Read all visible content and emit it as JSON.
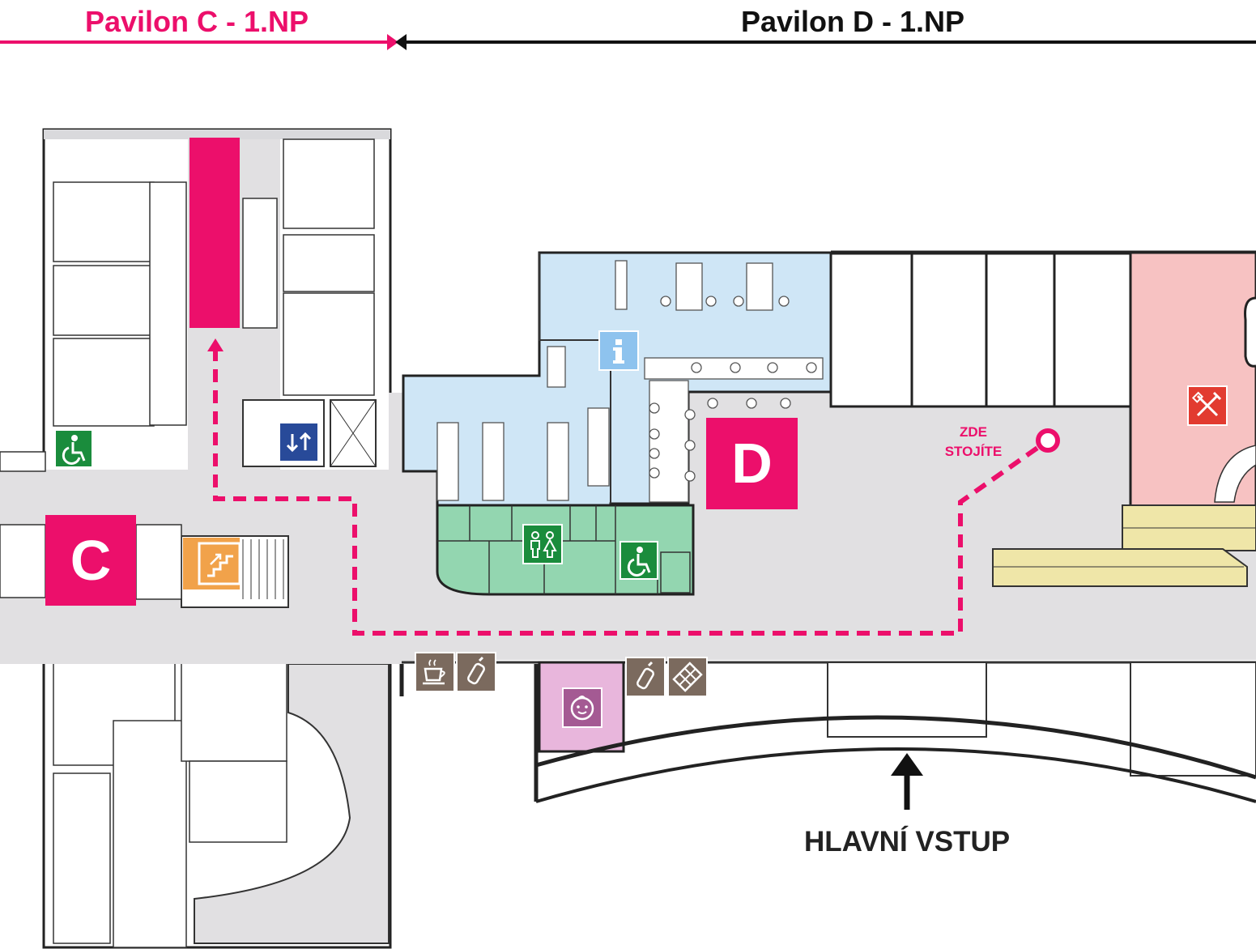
{
  "header": {
    "pavilion_c_title": "Pavilon C  - 1.NP",
    "pavilion_d_title": "Pavilon D - 1.NP"
  },
  "pavilion_labels": {
    "c": "C",
    "d": "D"
  },
  "you_are_here": {
    "line1": "ZDE",
    "line2": "STOJÍTE"
  },
  "main_entrance": {
    "label": "HLAVNÍ VSTUP"
  },
  "colors": {
    "accent_pink": "#ec0f6b",
    "info_blue": "#cfe6f6",
    "toilets_green": "#93d6b0",
    "restaurant_red": "#f7c2c2",
    "baby_room_pink": "#e8b6dc",
    "stairs_orange": "#f1a24a",
    "escalator_yellow": "#efe6a8",
    "corridor_grey": "#e1e0e2",
    "icon_brown": "#7b6a5e",
    "icon_green": "#1a8c3c",
    "icon_blue": "#284a99"
  },
  "icons": {
    "accessible_toilet_c": "wheelchair-icon",
    "elevator": "elevator-icon",
    "stairs": "stairs-icon",
    "information": "information-icon",
    "toilets": "toilets-icon",
    "accessible_toilet_d": "wheelchair-icon",
    "cafe": "coffee-cup-icon",
    "bottle_1": "baby-bottle-icon",
    "bottle_2": "baby-bottle-icon",
    "snack": "chocolate-bar-icon",
    "baby_room": "baby-face-icon",
    "restaurant": "fork-knife-icon",
    "entrance_arrow": "arrow-up-icon"
  }
}
